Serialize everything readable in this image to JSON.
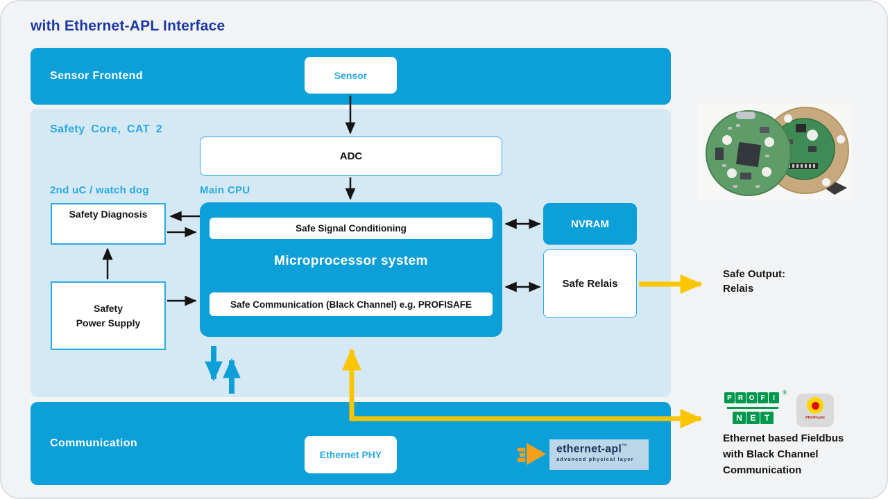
{
  "slide": {
    "title": "with Ethernet-APL Interface"
  },
  "colors": {
    "accent_blue": "#0C9FD8",
    "light_blue": "#D5E9F5",
    "label_blue": "#29A9E1",
    "navy": "#1B38A3",
    "yellow": "#FBC500",
    "orange": "#F5A01B",
    "green": "#00984D",
    "ink": "#141414"
  },
  "bands": {
    "sensor_frontend": {
      "label": "Sensor Frontend"
    },
    "safety_core": {
      "label": "Safety Core, CAT 2"
    },
    "communication": {
      "label": "Communication"
    }
  },
  "cpu_labels": {
    "watchdog": "2nd uC / watch dog",
    "main_cpu": "Main CPU"
  },
  "blocks": {
    "sensor": "Sensor",
    "adc": "ADC",
    "safety_diagnosis": "Safety Diagnosis",
    "safety_power_supply": {
      "line1": "Safety",
      "line2": "Power Supply"
    },
    "microprocessor": "Microprocessor system",
    "safe_signal_conditioning": "Safe Signal Conditioning",
    "safe_communication": "Safe Communication (Black Channel) e.g. PROFISAFE",
    "nvram": "NVRAM",
    "safe_relais": "Safe Relais",
    "ethernet_phy": "Ethernet PHY"
  },
  "annotations": {
    "safe_output": {
      "line1": "Safe Output:",
      "line2": "Relais"
    },
    "fieldbus": {
      "line1": "Ethernet based Fieldbus",
      "line2": "with Black Channel",
      "line3": "Communication"
    }
  },
  "logos": {
    "ethernet_apl": {
      "name": "ethernet-apl",
      "tm": "™",
      "subtitle": "advanced physical layer"
    },
    "profinet": {
      "row1": [
        "P",
        "R",
        "O",
        "F",
        "I"
      ],
      "row2": [
        "N",
        "E",
        "T"
      ],
      "reg": "®"
    },
    "profisafe": {
      "caption": "PROFIsafe"
    }
  }
}
